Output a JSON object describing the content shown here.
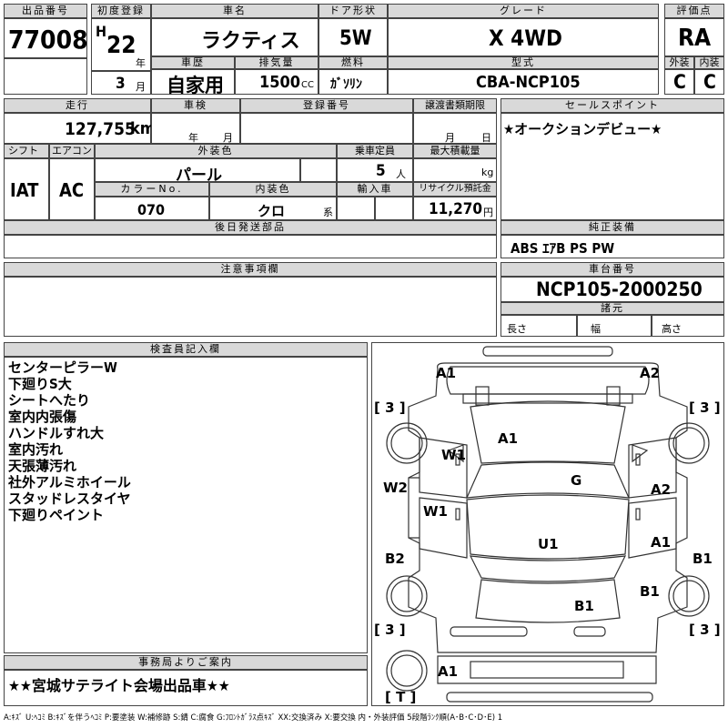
{
  "header": {
    "lot_label": "出品番号",
    "lot_no": "77008",
    "first_reg_label": "初度登録",
    "era": "H",
    "year": "22",
    "year_unit": "年",
    "month": "3",
    "month_unit": "月",
    "car_name_label": "車名",
    "car_name": "ラクティス",
    "door_label": "ドア形状",
    "door": "5W",
    "grade_label": "グレード",
    "grade": "X 4WD",
    "score_label": "評価点",
    "score": "RA",
    "history_label": "車歴",
    "history": "自家用",
    "displacement_label": "排気量",
    "displacement": "1500",
    "displacement_unit": "CC",
    "fuel_label": "燃料",
    "fuel": "ｶﾞｿﾘﾝ",
    "model_label": "型式",
    "model": "CBA-NCP105",
    "exterior_label": "外装",
    "exterior_grade": "C",
    "interior_label": "内装",
    "interior_grade": "C"
  },
  "row2": {
    "mileage_label": "走行",
    "mileage": "127,755",
    "mileage_unit": "km",
    "inspection_label": "車検",
    "insp_year_unit": "年",
    "insp_month_unit": "月",
    "reg_no_label": "登録番号",
    "transfer_label": "譲渡書類期限",
    "transfer_month_unit": "月",
    "transfer_day_unit": "日",
    "sales_point_label": "セールスポイント",
    "sales_point": "★オークションデビュー★"
  },
  "row3": {
    "shift_label": "シフト",
    "shift": "IAT",
    "ac_label": "エアコン",
    "ac": "AC",
    "color_label": "外装色",
    "color": "パール",
    "capacity_label": "乗車定員",
    "capacity": "5",
    "capacity_unit": "人",
    "load_label": "最大積載量",
    "load_unit": "kg",
    "color_no_label": "カラーNo.",
    "color_no": "070",
    "int_color_label": "内装色",
    "int_color": "クロ",
    "int_color_unit": "系",
    "import_label": "輸入車",
    "recycle_label": "リサイクル預託金",
    "recycle": "11,270",
    "recycle_unit": "円",
    "later_parts_label": "後日発送部品",
    "equipment_label": "純正装備",
    "equipment": "ABS ｴｱB PS PW"
  },
  "notes": {
    "caution_label": "注意事項欄",
    "chassis_label": "車台番号",
    "chassis": "NCP105-2000250",
    "dims_label": "諸元",
    "length_label": "長さ",
    "width_label": "幅",
    "height_label": "高さ"
  },
  "inspector": {
    "label": "検査員記入欄",
    "items": [
      "センターピラーW",
      "下廻りS大",
      "シートへたり",
      "室内内張傷",
      "ハンドルすれ大",
      "室内汚れ",
      "天張薄汚れ",
      "社外アルミホイール",
      "スタッドレスタイヤ",
      "下廻りペイント"
    ]
  },
  "office": {
    "label": "事務局よりご案内",
    "message": "★★宮城サテライト会場出品車★★"
  },
  "diagram": {
    "marks": {
      "front_left": "A1",
      "front_right": "A2",
      "hood": "A1",
      "fender_left": "W1",
      "door_left_front": "W2",
      "door_left_rear": "W1",
      "windshield": "G",
      "door_right_front": "A2",
      "door_right_rear": "A1",
      "roof": "U1",
      "quarter_left": "B2",
      "quarter_right": "B1",
      "rear_right": "B1",
      "trunk": "B1",
      "rear_bottom": "A1"
    },
    "tires": {
      "fl": "[ 3 ]",
      "fr": "[ 3 ]",
      "rl": "[ 3 ]",
      "rr": "[ 3 ]",
      "spare": "[ T ]"
    }
  },
  "legend": "A:ｷｽﾞ U:ﾍｺﾐ B:ｷｽﾞを伴うﾍｺﾐ P:要塗装 W:補修跡 S:錆 C:腐食 G:ﾌﾛﾝﾄｶﾞﾗｽ点ｷｽﾞ XX:交換済み X:要交換 内・外装評価 5段階ﾗﾝｸ順(A･B･C･D･E) 1"
}
